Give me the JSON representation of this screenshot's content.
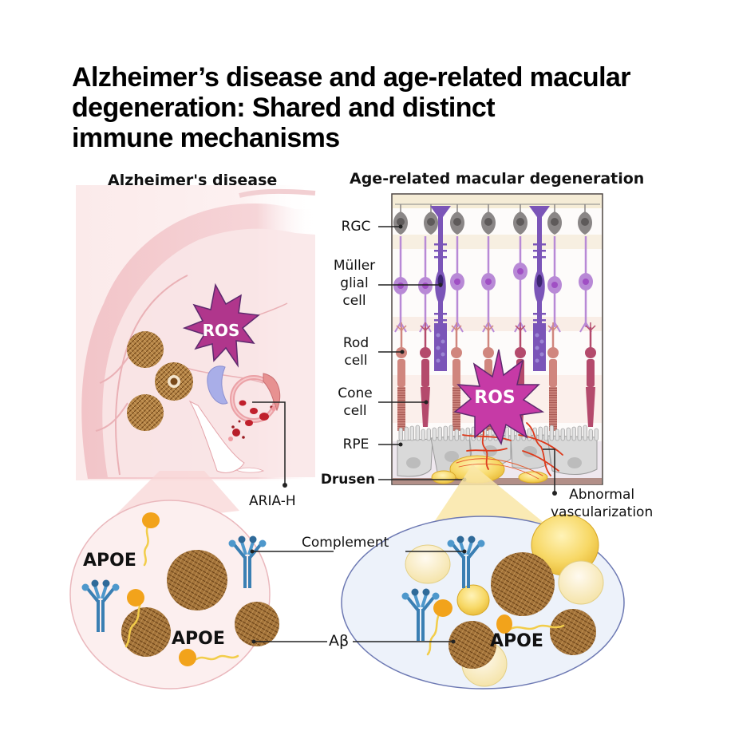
{
  "title": {
    "lines": [
      "Alzheimer’s disease and age-related macular",
      "degeneration: Shared and distinct",
      "immune mechanisms"
    ]
  },
  "panels": {
    "ad": {
      "title": "Alzheimer's disease",
      "ros_label": "ROS",
      "aria_label": "ARIA-H"
    },
    "amd": {
      "title": "Age-related macular degeneration",
      "ros_label": "ROS",
      "layers": [
        {
          "line1": "RGC"
        },
        {
          "line1": "Müller",
          "line2": "glial",
          "line3": "cell"
        },
        {
          "line1": "Rod",
          "line2": "cell"
        },
        {
          "line1": "Cone",
          "line2": "cell"
        },
        {
          "line1": "RPE"
        },
        {
          "line1": "Drusen"
        }
      ],
      "vascular_label": {
        "line1": "Abnormal",
        "line2": "vascularization"
      }
    }
  },
  "zoom_views": {
    "shared_labels": {
      "complement": "Complement",
      "abeta": "Aβ"
    },
    "ad_inset": {
      "apoe_labels": [
        "APOE",
        "APOE"
      ]
    },
    "amd_inset": {
      "apoe_labels": [
        "APOE"
      ]
    }
  },
  "colors": {
    "ros_fill": "#b0368c",
    "brain_pink": "#f4c9cd",
    "rgc_gray": "#8a8686",
    "muller_purple": "#7b55b8",
    "bipolar_lilac": "#b889d6",
    "rod_salmon": "#d0867e",
    "cone_magenta": "#b44a6c",
    "antibody_blue": "#3a7fb3",
    "apoe_orange": "#f2a31b",
    "drusen_yellow": "#f5d86a",
    "amyloid_brown": "#9a6a2c"
  }
}
